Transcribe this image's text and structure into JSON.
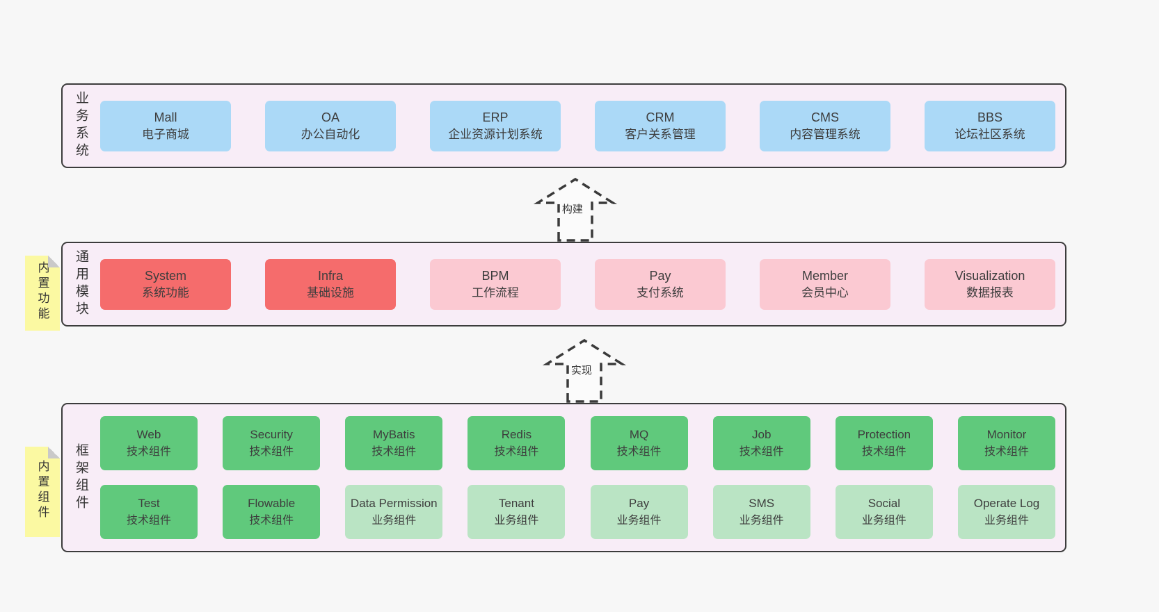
{
  "colors": {
    "page_background": "#f7f7f7",
    "panel_background": "#f8edf7",
    "panel_border": "#3c3c3c",
    "blue_box": "#abd9f7",
    "red_box": "#f56c6c",
    "pink_box": "#fbc9d2",
    "green_box": "#60c97c",
    "light_green_box": "#bae4c4",
    "sticky_note": "#fbf9a2",
    "sticky_fold": "#c9c9c9",
    "arrow_stroke": "#3a3a3a",
    "arrow_fill": "#fbfbfb",
    "text": "#3d3d3d"
  },
  "sections": [
    {
      "id": "business-systems",
      "label": "业务系统",
      "rows": [
        [
          {
            "title": "Mall",
            "subtitle": "电子商城",
            "type": "blue"
          },
          {
            "title": "OA",
            "subtitle": "办公自动化",
            "type": "blue"
          },
          {
            "title": "ERP",
            "subtitle": "企业资源计划系统",
            "type": "blue"
          },
          {
            "title": "CRM",
            "subtitle": "客户关系管理",
            "type": "blue"
          },
          {
            "title": "CMS",
            "subtitle": "内容管理系统",
            "type": "blue"
          },
          {
            "title": "BBS",
            "subtitle": "论坛社区系统",
            "type": "blue"
          }
        ]
      ]
    },
    {
      "id": "common-modules",
      "label": "通用模块",
      "sticky_tag": "内置功能",
      "rows": [
        [
          {
            "title": "System",
            "subtitle": "系统功能",
            "type": "red"
          },
          {
            "title": "Infra",
            "subtitle": "基础设施",
            "type": "red"
          },
          {
            "title": "BPM",
            "subtitle": "工作流程",
            "type": "pink"
          },
          {
            "title": "Pay",
            "subtitle": "支付系统",
            "type": "pink"
          },
          {
            "title": "Member",
            "subtitle": "会员中心",
            "type": "pink"
          },
          {
            "title": "Visualization",
            "subtitle": "数据报表",
            "type": "pink"
          }
        ]
      ]
    },
    {
      "id": "framework-components",
      "label": "框架组件",
      "sticky_tag": "内置组件",
      "rows": [
        [
          {
            "title": "Web",
            "subtitle": "技术组件",
            "type": "green"
          },
          {
            "title": "Security",
            "subtitle": "技术组件",
            "type": "green"
          },
          {
            "title": "MyBatis",
            "subtitle": "技术组件",
            "type": "green"
          },
          {
            "title": "Redis",
            "subtitle": "技术组件",
            "type": "green"
          },
          {
            "title": "MQ",
            "subtitle": "技术组件",
            "type": "green"
          },
          {
            "title": "Job",
            "subtitle": "技术组件",
            "type": "green"
          },
          {
            "title": "Protection",
            "subtitle": "技术组件",
            "type": "green"
          },
          {
            "title": "Monitor",
            "subtitle": "技术组件",
            "type": "green"
          }
        ],
        [
          {
            "title": "Test",
            "subtitle": "技术组件",
            "type": "green"
          },
          {
            "title": "Flowable",
            "subtitle": "技术组件",
            "type": "green"
          },
          {
            "title": "Data Permission",
            "subtitle": "业务组件",
            "type": "lightgreen"
          },
          {
            "title": "Tenant",
            "subtitle": "业务组件",
            "type": "lightgreen"
          },
          {
            "title": "Pay",
            "subtitle": "业务组件",
            "type": "lightgreen"
          },
          {
            "title": "SMS",
            "subtitle": "业务组件",
            "type": "lightgreen"
          },
          {
            "title": "Social",
            "subtitle": "业务组件",
            "type": "lightgreen"
          },
          {
            "title": "Operate Log",
            "subtitle": "业务组件",
            "type": "lightgreen"
          }
        ]
      ]
    }
  ],
  "arrows": [
    {
      "label": "构建"
    },
    {
      "label": "实现"
    }
  ]
}
